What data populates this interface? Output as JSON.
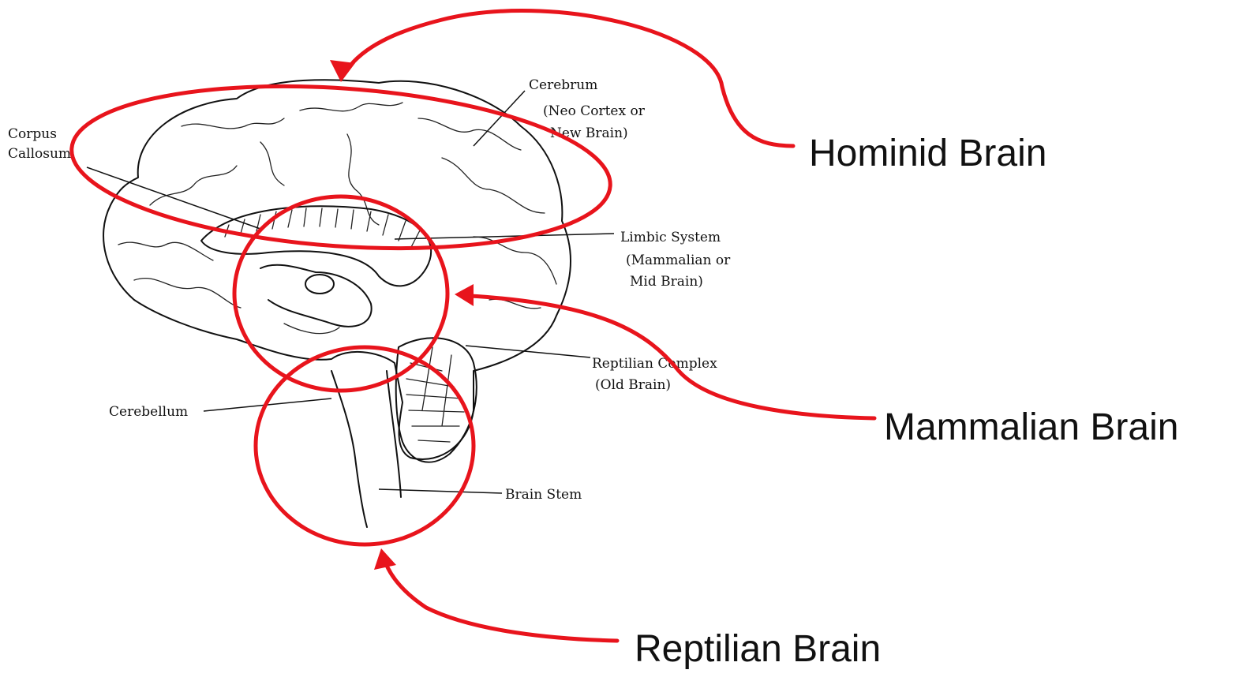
{
  "labels": {
    "cerebrum": [
      "Cerebrum",
      "(Neo Cortex or",
      "New Brain)"
    ],
    "corpus_callosum": [
      "Corpus",
      "Callosum"
    ],
    "limbic_system": [
      "Limbic System",
      "(Mammalian or",
      "Mid Brain)"
    ],
    "reptilian_complex": [
      "Reptilian Complex",
      "(Old Brain)"
    ],
    "cerebellum": "Cerebellum",
    "brain_stem": "Brain Stem"
  },
  "callouts": {
    "hominid": "Hominid Brain",
    "mammalian": "Mammalian Brain",
    "reptilian": "Reptilian Brain"
  },
  "colors": {
    "annotation": "#e8141c",
    "line_art": "#111111"
  }
}
